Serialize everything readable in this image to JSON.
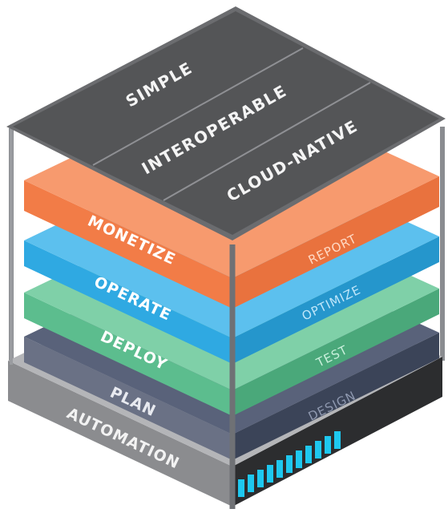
{
  "top_face": {
    "labels": [
      "SIMPLE",
      "INTEROPERABLE",
      "CLOUD-NATIVE"
    ]
  },
  "layers": [
    {
      "left": "MONETIZE",
      "right": "REPORT",
      "color": "#f47b46"
    },
    {
      "left": "OPERATE",
      "right": "OPTIMIZE",
      "color": "#2ea9e4"
    },
    {
      "left": "DEPLOY",
      "right": "TEST",
      "color": "#55b888"
    },
    {
      "left": "PLAN",
      "right": "DESIGN",
      "color": "#4d5870"
    }
  ],
  "base": {
    "label": "AUTOMATION",
    "accent": "#1ec8f0"
  },
  "colors": {
    "frame": "#7a7c80",
    "top": "#545557",
    "base_left": "#8a8b8e",
    "base_right": "#2b2c2e"
  }
}
